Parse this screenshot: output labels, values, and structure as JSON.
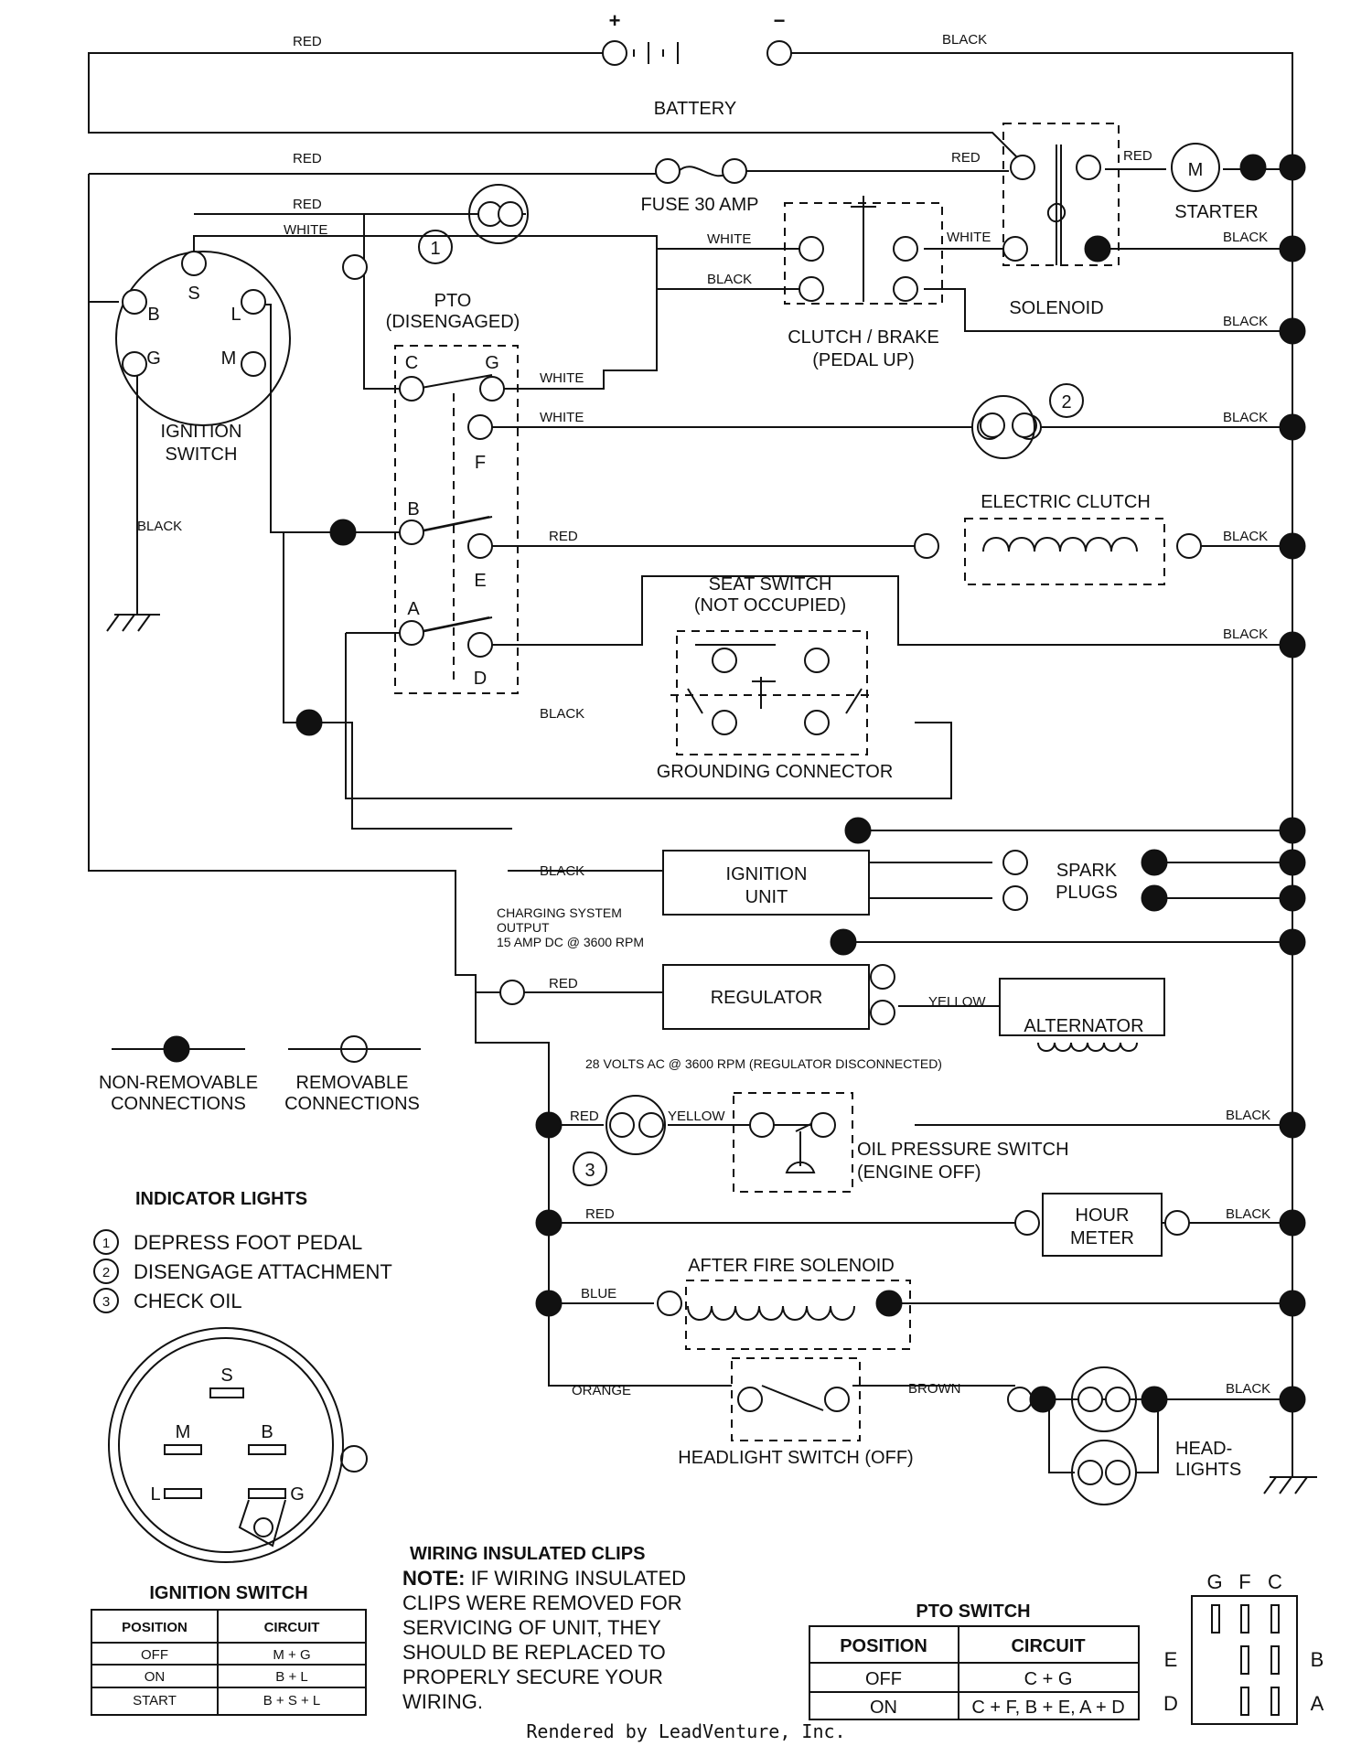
{
  "battery": {
    "label": "BATTERY",
    "plus": "+",
    "minus": "−"
  },
  "fuse": "FUSE 30 AMP",
  "starter": {
    "label": "STARTER",
    "symbol": "M"
  },
  "solenoid": "SOLENOID",
  "clutch_brake": {
    "line1": "CLUTCH / BRAKE",
    "line2": "(PEDAL UP)"
  },
  "pto": {
    "line1": "PTO",
    "line2": "(DISENGAGED)",
    "terminals": [
      "C",
      "G",
      "F",
      "B",
      "E",
      "A",
      "D"
    ]
  },
  "ignition_switch": {
    "line1": "IGNITION",
    "line2": "SWITCH",
    "terminals": [
      "B",
      "S",
      "L",
      "G",
      "M"
    ]
  },
  "electric_clutch": "ELECTRIC CLUTCH",
  "seat_switch": {
    "line1": "SEAT SWITCH",
    "line2": "(NOT OCCUPIED)"
  },
  "grounding_connector": "GROUNDING CONNECTOR",
  "ignition_unit": {
    "line1": "IGNITION",
    "line2": "UNIT"
  },
  "spark_plugs": {
    "line1": "SPARK",
    "line2": "PLUGS"
  },
  "charging": {
    "line1": "CHARGING SYSTEM",
    "line2": "OUTPUT",
    "line3": "15 AMP DC @ 3600 RPM"
  },
  "regulator": "REGULATOR",
  "alternator": "ALTERNATOR",
  "alt_note": "28 VOLTS AC @ 3600 RPM (REGULATOR DISCONNECTED)",
  "oil_switch": {
    "line1": "OIL PRESSURE SWITCH",
    "line2": "(ENGINE OFF)"
  },
  "hour_meter": {
    "line1": "HOUR",
    "line2": "METER"
  },
  "after_fire": "AFTER FIRE SOLENOID",
  "headlight_switch": "HEADLIGHT SWITCH (OFF)",
  "headlights": {
    "line1": "HEAD-",
    "line2": "LIGHTS"
  },
  "indicator_numbers": [
    "1",
    "2",
    "3"
  ],
  "wire_colors": {
    "red": "RED",
    "black": "BLACK",
    "white": "WHITE",
    "yellow": "YELLOW",
    "blue": "BLUE",
    "orange": "ORANGE",
    "brown": "BROWN"
  },
  "legend": {
    "non_removable": {
      "line1": "NON-REMOVABLE",
      "line2": "CONNECTIONS"
    },
    "removable": {
      "line1": "REMOVABLE",
      "line2": "CONNECTIONS"
    }
  },
  "indicator_lights": {
    "title": "INDICATOR LIGHTS",
    "items": [
      {
        "num": "1",
        "text": "DEPRESS FOOT PEDAL"
      },
      {
        "num": "2",
        "text": "DISENGAGE ATTACHMENT"
      },
      {
        "num": "3",
        "text": "CHECK OIL"
      }
    ]
  },
  "ign_connector": {
    "terminals": [
      "S",
      "M",
      "B",
      "L",
      "G"
    ]
  },
  "ign_table": {
    "title": "IGNITION SWITCH",
    "headers": [
      "POSITION",
      "CIRCUIT"
    ],
    "rows": [
      [
        "OFF",
        "M + G"
      ],
      [
        "ON",
        "B + L"
      ],
      [
        "START",
        "B + S + L"
      ]
    ]
  },
  "clips_note": {
    "title": "WIRING INSULATED CLIPS",
    "note_label": "NOTE:",
    "lines": [
      " IF WIRING INSULATED",
      "CLIPS WERE REMOVED FOR",
      "SERVICING OF UNIT, THEY",
      "SHOULD BE REPLACED TO",
      "PROPERLY SECURE YOUR",
      "WIRING."
    ]
  },
  "pto_table": {
    "title": "PTO SWITCH",
    "headers": [
      "POSITION",
      "CIRCUIT"
    ],
    "rows": [
      [
        "OFF",
        "C + G"
      ],
      [
        "ON",
        "C + F, B + E, A + D"
      ]
    ]
  },
  "pto_connector": {
    "top": [
      "G",
      "F",
      "C"
    ],
    "left": [
      "E",
      "D"
    ],
    "right": [
      "B",
      "A"
    ]
  },
  "footer": "Rendered by LeadVenture, Inc."
}
